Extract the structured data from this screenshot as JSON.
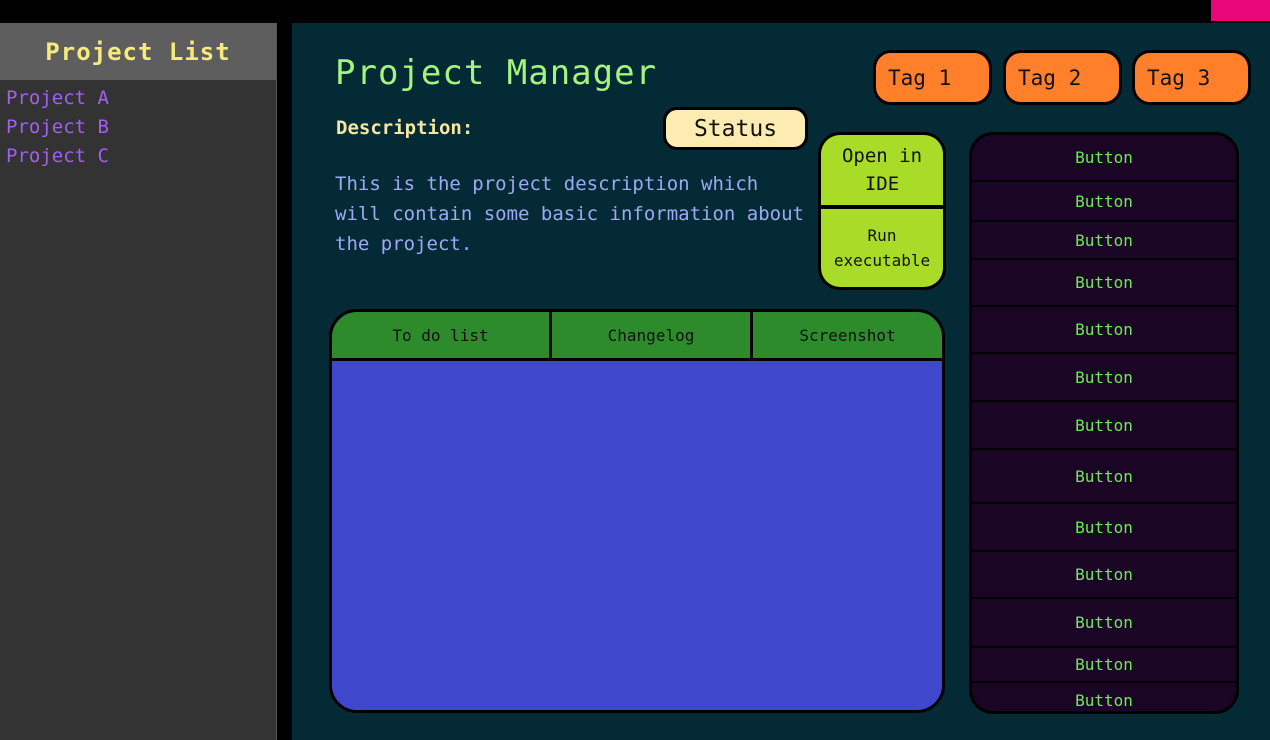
{
  "sidebar": {
    "title": "Project List",
    "items": [
      {
        "label": "Project A"
      },
      {
        "label": "Project B"
      },
      {
        "label": "Project C"
      }
    ]
  },
  "main": {
    "title": "Project Manager",
    "tags": [
      {
        "label": "Tag 1"
      },
      {
        "label": "Tag 2"
      },
      {
        "label": "Tag 3"
      }
    ],
    "description_label": "Description:",
    "status_label": "Status",
    "description_text": "This is the project description which will contain some basic information about the project.",
    "actions": {
      "open_ide_label": "Open in IDE",
      "run_executable_label": "Run executable"
    },
    "tabs": [
      {
        "label": "To do list"
      },
      {
        "label": "Changelog"
      },
      {
        "label": "Screenshot"
      }
    ],
    "buttons": [
      {
        "label": "Button"
      },
      {
        "label": "Button"
      },
      {
        "label": "Button"
      },
      {
        "label": "Button"
      },
      {
        "label": "Button"
      },
      {
        "label": "Button"
      },
      {
        "label": "Button"
      },
      {
        "label": "Button"
      },
      {
        "label": "Button"
      },
      {
        "label": "Button"
      },
      {
        "label": "Button"
      },
      {
        "label": "Button"
      },
      {
        "label": "Button"
      }
    ]
  },
  "colors": {
    "background": "#000000",
    "corner_mark": "#e8067a",
    "sidebar_bg": "#333333",
    "sidebar_header_bg": "#5e5e5e",
    "sidebar_title": "#f5ea7a",
    "sidebar_item": "#a35ff2",
    "main_bg": "#032a35",
    "title": "#a3f57e",
    "tag_bg": "#ff7f2a",
    "status_bg": "#fcecb2",
    "description_text": "#9ea9f5",
    "action_bg": "#a8dc28",
    "tab_bg": "#2e8b2c",
    "tab_content_bg": "#3f48cc",
    "button_bg": "#1b0524",
    "button_text": "#6ee85a"
  }
}
